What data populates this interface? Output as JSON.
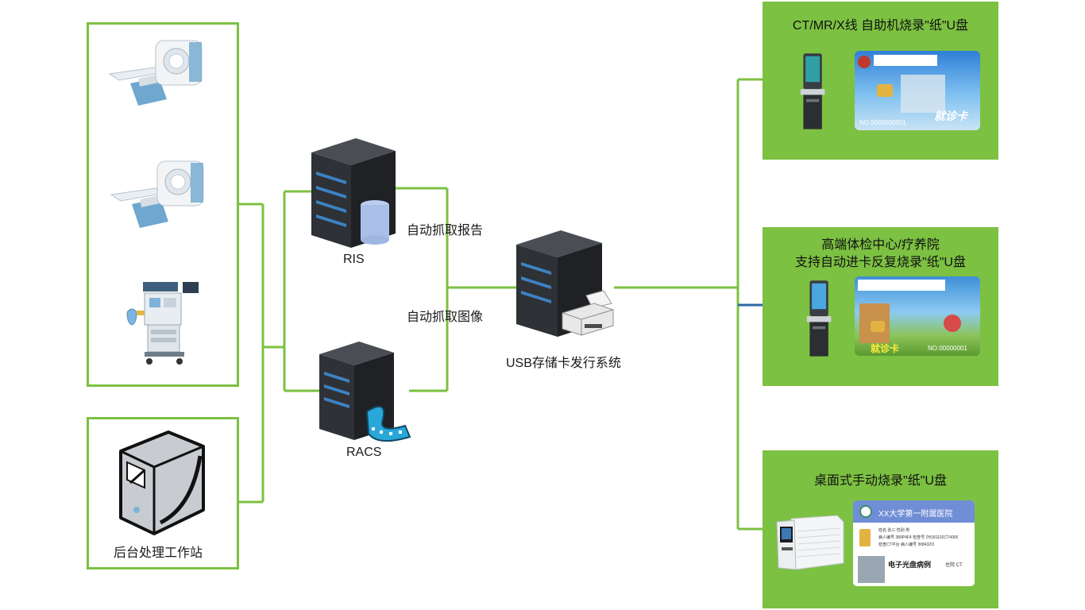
{
  "left_group": {
    "devices": [
      {
        "name": "ct-scanner-1"
      },
      {
        "name": "ct-scanner-2"
      },
      {
        "name": "anesthesia-machine"
      }
    ]
  },
  "workstation": {
    "label": "后台处理工作站"
  },
  "servers": {
    "ris": {
      "label": "RIS"
    },
    "racs": {
      "label": "RACS"
    },
    "usb": {
      "label": "USB存储卡发行系统"
    }
  },
  "links": {
    "ris_link": "自动抓取报告",
    "racs_link": "自动抓取图像"
  },
  "panels": [
    {
      "title_lines": [
        "CT/MR/X线 自助机烧录\"纸\"U盘"
      ],
      "card_no": "NO.0060000001",
      "card_text": "就诊卡"
    },
    {
      "title_lines": [
        "高端体检中心/疗养院",
        "支持自动进卡反复烧录\"纸\"U盘"
      ],
      "card_no": "NO.00000001",
      "card_text": "就诊卡"
    },
    {
      "title_lines": [
        "桌面式手动烧录\"纸\"U盘"
      ],
      "card_header": "XX大学第一附属医院",
      "card_caption": "电子光盘病例",
      "card_dept": "住院 CT",
      "card_fields": [
        "姓名  张三    性别  男",
        "病人编号  389P4F4   检查号  ZH181102CT4006",
        "检查CT平台  病人编号  30843ZO"
      ]
    }
  ],
  "colors": {
    "accent": "#7cc142",
    "line_blue": "#2b6aa6",
    "server": "#2e3135",
    "server_light": "#3d82c4"
  }
}
